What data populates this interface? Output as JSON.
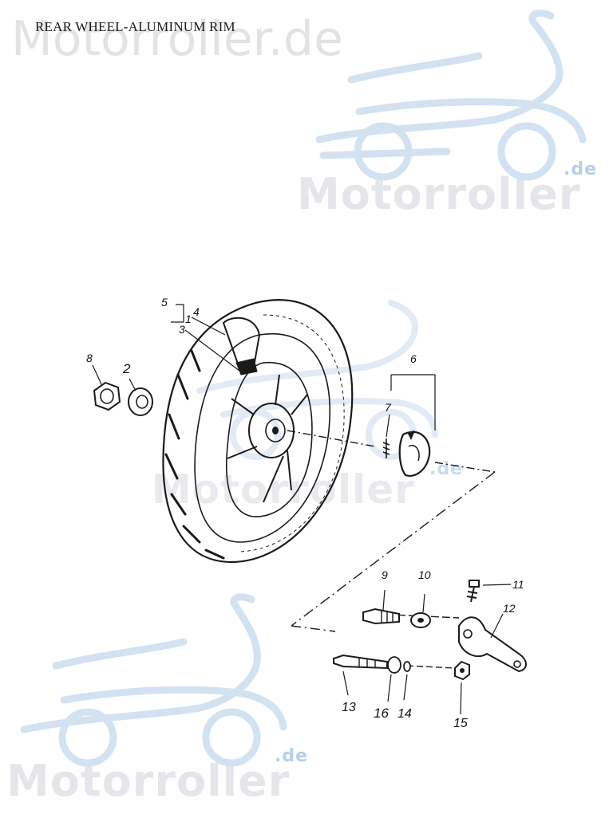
{
  "title": "REAR WHEEL-ALUMINUM RIM",
  "watermark": {
    "url_text": "Motorroller.de",
    "brand": "Motorroller",
    "tld": ".de",
    "color": "#c9dbee"
  },
  "callouts": [
    {
      "id": "1",
      "label": "1"
    },
    {
      "id": "2",
      "label": "2"
    },
    {
      "id": "3",
      "label": "3"
    },
    {
      "id": "4",
      "label": "4"
    },
    {
      "id": "5",
      "label": "5"
    },
    {
      "id": "6",
      "label": "6"
    },
    {
      "id": "7",
      "label": "7"
    },
    {
      "id": "8",
      "label": "8"
    },
    {
      "id": "9",
      "label": "9"
    },
    {
      "id": "10",
      "label": "10"
    },
    {
      "id": "11",
      "label": "11"
    },
    {
      "id": "12",
      "label": "12"
    },
    {
      "id": "13",
      "label": "13"
    },
    {
      "id": "14",
      "label": "14"
    },
    {
      "id": "15",
      "label": "15"
    },
    {
      "id": "16",
      "label": "16"
    }
  ]
}
